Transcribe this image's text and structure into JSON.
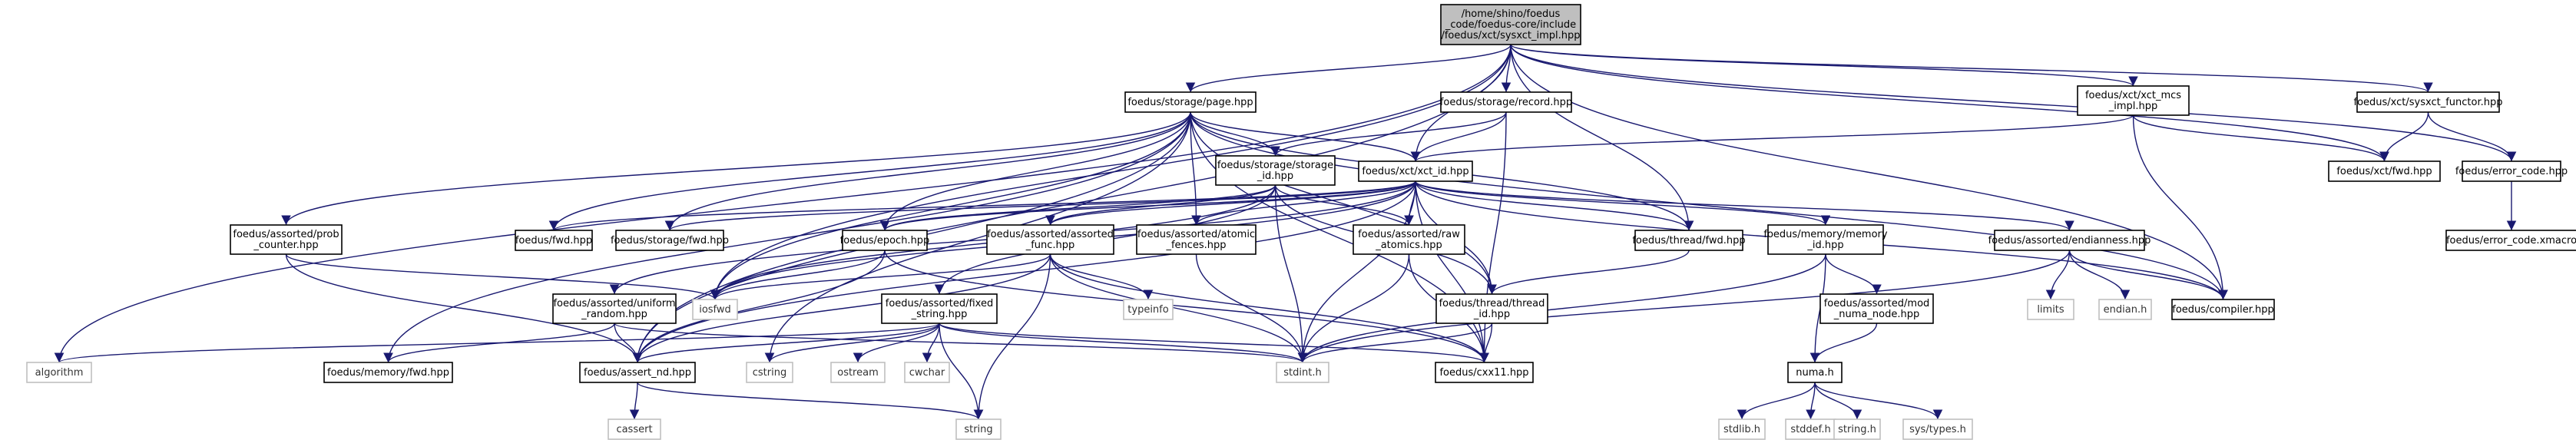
{
  "nodes": [
    {
      "id": "main",
      "lines": [
        "/home/shino/foedus",
        "_code/foedus-core/include",
        "/foedus/xct/sysxct_impl.hpp"
      ],
      "kind": "main"
    },
    {
      "id": "page",
      "lines": [
        "foedus/storage/page.hpp"
      ],
      "kind": "doc"
    },
    {
      "id": "record",
      "lines": [
        "foedus/storage/record.hpp"
      ],
      "kind": "doc"
    },
    {
      "id": "xctmcs",
      "lines": [
        "foedus/xct/xct_mcs",
        "_impl.hpp"
      ],
      "kind": "doc"
    },
    {
      "id": "sysfunctor",
      "lines": [
        "foedus/xct/sysxct_functor.hpp"
      ],
      "kind": "doc"
    },
    {
      "id": "storageid",
      "lines": [
        "foedus/storage/storage",
        "_id.hpp"
      ],
      "kind": "doc"
    },
    {
      "id": "xctid",
      "lines": [
        "foedus/xct/xct_id.hpp"
      ],
      "kind": "doc"
    },
    {
      "id": "xctfwd",
      "lines": [
        "foedus/xct/fwd.hpp"
      ],
      "kind": "doc"
    },
    {
      "id": "errorcode",
      "lines": [
        "foedus/error_code.hpp"
      ],
      "kind": "doc"
    },
    {
      "id": "errorxmacro",
      "lines": [
        "foedus/error_code.xmacro"
      ],
      "kind": "doc"
    },
    {
      "id": "prob",
      "lines": [
        "foedus/assorted/prob",
        "_counter.hpp"
      ],
      "kind": "doc"
    },
    {
      "id": "fwd",
      "lines": [
        "foedus/fwd.hpp"
      ],
      "kind": "doc"
    },
    {
      "id": "storagefwd",
      "lines": [
        "foedus/storage/fwd.hpp"
      ],
      "kind": "doc"
    },
    {
      "id": "epoch",
      "lines": [
        "foedus/epoch.hpp"
      ],
      "kind": "doc"
    },
    {
      "id": "assortedfunc",
      "lines": [
        "foedus/assorted/assorted",
        "_func.hpp"
      ],
      "kind": "doc"
    },
    {
      "id": "atomicfences",
      "lines": [
        "foedus/assorted/atomic",
        "_fences.hpp"
      ],
      "kind": "doc"
    },
    {
      "id": "rawatomics",
      "lines": [
        "foedus/assorted/raw",
        "_atomics.hpp"
      ],
      "kind": "doc"
    },
    {
      "id": "threadfwd",
      "lines": [
        "foedus/thread/fwd.hpp"
      ],
      "kind": "doc"
    },
    {
      "id": "memoryid",
      "lines": [
        "foedus/memory/memory",
        "_id.hpp"
      ],
      "kind": "doc"
    },
    {
      "id": "endianness",
      "lines": [
        "foedus/assorted/endianness.hpp"
      ],
      "kind": "doc"
    },
    {
      "id": "uniform",
      "lines": [
        "foedus/assorted/uniform",
        "_random.hpp"
      ],
      "kind": "doc"
    },
    {
      "id": "iosfwd",
      "lines": [
        "iosfwd"
      ],
      "kind": "sys"
    },
    {
      "id": "fixedstring",
      "lines": [
        "foedus/assorted/fixed",
        "_string.hpp"
      ],
      "kind": "doc"
    },
    {
      "id": "typeinfo",
      "lines": [
        "typeinfo"
      ],
      "kind": "sys"
    },
    {
      "id": "threadid",
      "lines": [
        "foedus/thread/thread",
        "_id.hpp"
      ],
      "kind": "doc"
    },
    {
      "id": "modnuma",
      "lines": [
        "foedus/assorted/mod",
        "_numa_node.hpp"
      ],
      "kind": "doc"
    },
    {
      "id": "limits",
      "lines": [
        "limits"
      ],
      "kind": "sys"
    },
    {
      "id": "endianh",
      "lines": [
        "endian.h"
      ],
      "kind": "sys"
    },
    {
      "id": "compiler",
      "lines": [
        "foedus/compiler.hpp"
      ],
      "kind": "doc"
    },
    {
      "id": "algorithm",
      "lines": [
        "algorithm"
      ],
      "kind": "sys"
    },
    {
      "id": "memfwd",
      "lines": [
        "foedus/memory/fwd.hpp"
      ],
      "kind": "doc"
    },
    {
      "id": "assertnd",
      "lines": [
        "foedus/assert_nd.hpp"
      ],
      "kind": "doc"
    },
    {
      "id": "cstring",
      "lines": [
        "cstring"
      ],
      "kind": "sys"
    },
    {
      "id": "ostream",
      "lines": [
        "ostream"
      ],
      "kind": "sys"
    },
    {
      "id": "cwchar",
      "lines": [
        "cwchar"
      ],
      "kind": "sys"
    },
    {
      "id": "stdint",
      "lines": [
        "stdint.h"
      ],
      "kind": "sys"
    },
    {
      "id": "cxx11",
      "lines": [
        "foedus/cxx11.hpp"
      ],
      "kind": "doc"
    },
    {
      "id": "numah",
      "lines": [
        "numa.h"
      ],
      "kind": "doc"
    },
    {
      "id": "cassert",
      "lines": [
        "cassert"
      ],
      "kind": "sys"
    },
    {
      "id": "string",
      "lines": [
        "string"
      ],
      "kind": "sys"
    },
    {
      "id": "stdlib",
      "lines": [
        "stdlib.h"
      ],
      "kind": "sys"
    },
    {
      "id": "stddef",
      "lines": [
        "stddef.h"
      ],
      "kind": "sys"
    },
    {
      "id": "stringh",
      "lines": [
        "string.h"
      ],
      "kind": "sys"
    },
    {
      "id": "systypes",
      "lines": [
        "sys/types.h"
      ],
      "kind": "sys"
    }
  ],
  "edges": [
    [
      "main",
      "page"
    ],
    [
      "main",
      "record"
    ],
    [
      "main",
      "xctmcs"
    ],
    [
      "main",
      "sysfunctor"
    ],
    [
      "main",
      "xctid"
    ],
    [
      "main",
      "xctfwd"
    ],
    [
      "main",
      "errorcode"
    ],
    [
      "main",
      "compiler"
    ],
    [
      "main",
      "algorithm"
    ],
    [
      "main",
      "assertnd"
    ],
    [
      "main",
      "iosfwd"
    ],
    [
      "main",
      "threadfwd"
    ],
    [
      "page",
      "storageid"
    ],
    [
      "page",
      "xctid"
    ],
    [
      "page",
      "prob"
    ],
    [
      "page",
      "fwd"
    ],
    [
      "page",
      "storagefwd"
    ],
    [
      "page",
      "epoch"
    ],
    [
      "page",
      "atomicfences"
    ],
    [
      "page",
      "threadfwd"
    ],
    [
      "page",
      "threadid"
    ],
    [
      "page",
      "compiler"
    ],
    [
      "page",
      "assertnd"
    ],
    [
      "page",
      "memfwd"
    ],
    [
      "page",
      "cstring"
    ],
    [
      "page",
      "cxx11"
    ],
    [
      "page",
      "iosfwd"
    ],
    [
      "record",
      "xctid"
    ],
    [
      "record",
      "storageid"
    ],
    [
      "record",
      "cxx11"
    ],
    [
      "xctmcs",
      "xctid"
    ],
    [
      "xctmcs",
      "xctfwd"
    ],
    [
      "xctmcs",
      "compiler"
    ],
    [
      "sysfunctor",
      "xctfwd"
    ],
    [
      "sysfunctor",
      "errorcode"
    ],
    [
      "errorcode",
      "errorxmacro"
    ],
    [
      "storageid",
      "epoch"
    ],
    [
      "storageid",
      "fixedstring"
    ],
    [
      "storageid",
      "rawatomics"
    ],
    [
      "storageid",
      "assortedfunc"
    ],
    [
      "storageid",
      "stdint"
    ],
    [
      "storageid",
      "iosfwd"
    ],
    [
      "storageid",
      "threadid"
    ],
    [
      "xctid",
      "fwd"
    ],
    [
      "xctid",
      "storagefwd"
    ],
    [
      "xctid",
      "epoch"
    ],
    [
      "xctid",
      "assortedfunc"
    ],
    [
      "xctid",
      "atomicfences"
    ],
    [
      "xctid",
      "rawatomics"
    ],
    [
      "xctid",
      "threadfwd"
    ],
    [
      "xctid",
      "memoryid"
    ],
    [
      "xctid",
      "endianness"
    ],
    [
      "xctid",
      "uniform"
    ],
    [
      "xctid",
      "iosfwd"
    ],
    [
      "xctid",
      "threadid"
    ],
    [
      "xctid",
      "compiler"
    ],
    [
      "xctid",
      "cxx11"
    ],
    [
      "xctid",
      "stdint"
    ],
    [
      "xctid",
      "assertnd"
    ],
    [
      "prob",
      "assertnd"
    ],
    [
      "prob",
      "iosfwd"
    ],
    [
      "epoch",
      "assertnd"
    ],
    [
      "epoch",
      "cxx11"
    ],
    [
      "epoch",
      "iosfwd"
    ],
    [
      "assortedfunc",
      "typeinfo"
    ],
    [
      "assortedfunc",
      "stdint"
    ],
    [
      "assortedfunc",
      "string"
    ],
    [
      "assortedfunc",
      "assertnd"
    ],
    [
      "assortedfunc",
      "iosfwd"
    ],
    [
      "assortedfunc",
      "cxx11"
    ],
    [
      "atomicfences",
      "stdint"
    ],
    [
      "rawatomics",
      "stdint"
    ],
    [
      "rawatomics",
      "cxx11"
    ],
    [
      "threadfwd",
      "threadid"
    ],
    [
      "memoryid",
      "modnuma"
    ],
    [
      "memoryid",
      "numah"
    ],
    [
      "memoryid",
      "stdint"
    ],
    [
      "endianness",
      "limits"
    ],
    [
      "endianness",
      "endianh"
    ],
    [
      "endianness",
      "compiler"
    ],
    [
      "endianness",
      "stdint"
    ],
    [
      "uniform",
      "memfwd"
    ],
    [
      "uniform",
      "assertnd"
    ],
    [
      "uniform",
      "stdint"
    ],
    [
      "fixedstring",
      "assertnd"
    ],
    [
      "fixedstring",
      "cxx11"
    ],
    [
      "fixedstring",
      "algorithm"
    ],
    [
      "fixedstring",
      "cstring"
    ],
    [
      "fixedstring",
      "ostream"
    ],
    [
      "fixedstring",
      "cwchar"
    ],
    [
      "fixedstring",
      "string"
    ],
    [
      "fixedstring",
      "stdint"
    ],
    [
      "threadid",
      "stdint"
    ],
    [
      "threadid",
      "cxx11"
    ],
    [
      "modnuma",
      "numah"
    ],
    [
      "assertnd",
      "cassert"
    ],
    [
      "assertnd",
      "string"
    ],
    [
      "numah",
      "stdlib"
    ],
    [
      "numah",
      "stddef"
    ],
    [
      "numah",
      "stringh"
    ],
    [
      "numah",
      "systypes"
    ]
  ]
}
